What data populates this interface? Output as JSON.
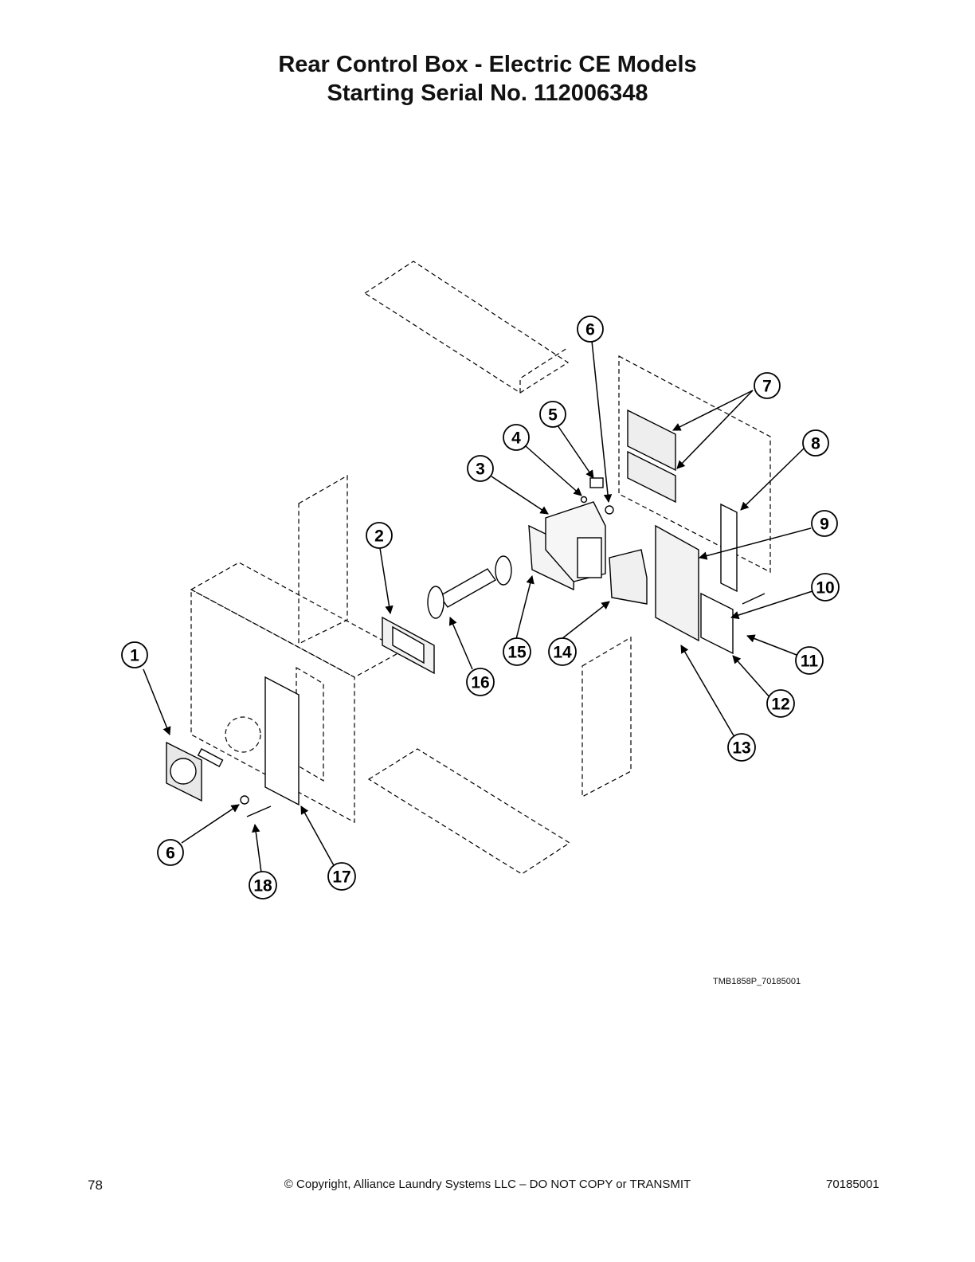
{
  "title": {
    "line1": "Rear Control Box - Electric CE Models",
    "line2": "Starting Serial No. 112006348"
  },
  "drawing_code": "TMB1858P_70185001",
  "callouts": [
    "1",
    "2",
    "3",
    "4",
    "5",
    "6",
    "7",
    "8",
    "9",
    "10",
    "11",
    "12",
    "13",
    "14",
    "15",
    "16",
    "6",
    "17",
    "18"
  ],
  "footer": {
    "page_number": "78",
    "copyright": "© Copyright, Alliance Laundry Systems LLC – DO NOT COPY or TRANSMIT",
    "document_number": "70185001"
  }
}
